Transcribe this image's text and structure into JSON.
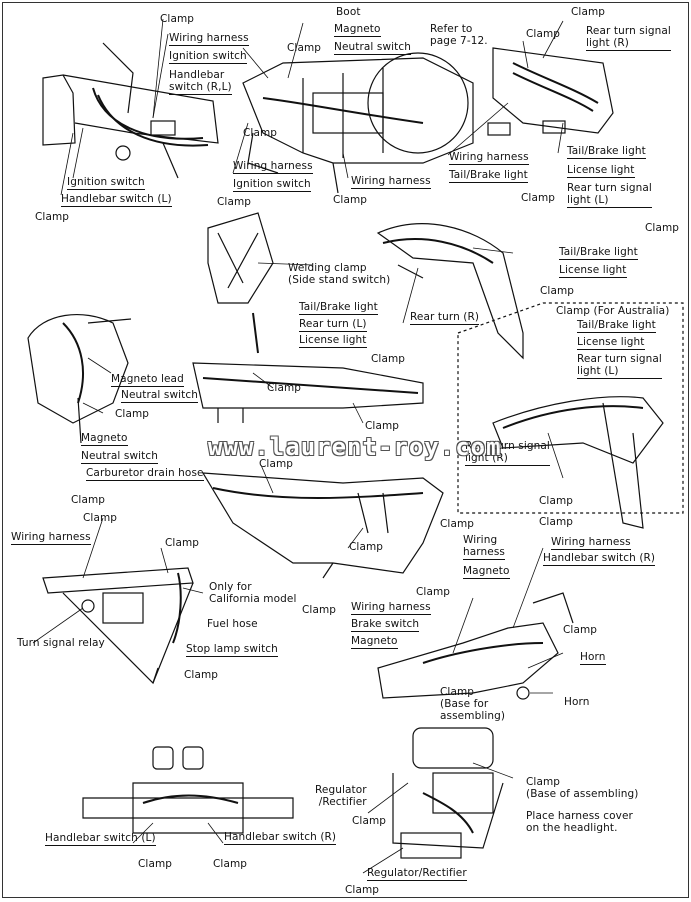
{
  "labels": {
    "tl_clamp_top": "Clamp",
    "tl_wiring_harness": "Wiring harness",
    "tl_ignition_switch": "Ignition switch",
    "tl_handlebar_switch_rl": "Handlebar\nswitch (R,L)",
    "tl_ignition_switch_2": "Ignition switch",
    "tl_handlebar_switch_l": "Handlebar switch (L)",
    "tl_clamp_left": "Clamp",
    "tc_boot": "Boot",
    "tc_clamp": "Clamp",
    "tc_magneto": "Magneto",
    "tc_neutral_switch": "Neutral switch",
    "tc_refer": "Refer to\npage 7-12.",
    "tc_clamp_mid": "Clamp",
    "tc_wiring_harness": "Wiring harness",
    "tc_ignition_switch": "Ignition switch",
    "tc_clamp_bottom": "Clamp",
    "tc_wiring_harness_2": "Wiring harness",
    "tc_clamp_bottom2": "Clamp",
    "tr_clamp_top": "Clamp",
    "tr_clamp": "Clamp",
    "tr_rear_turn_r": "Rear turn signal\nlight (R)",
    "tr_wiring_harness": "Wiring harness",
    "tr_tail_brake": "Tail/Brake light",
    "tr_tail_brake_r": "Tail/Brake light",
    "tr_license": "License light",
    "tr_rear_turn_l": "Rear turn signal\nlight (L)",
    "tr_clamp_bottom": "Clamp",
    "tr_clamp_right": "Clamp",
    "m_welding_clamp": "Welding clamp\n(Side stand switch)",
    "m_clamp1": "Clamp",
    "m_clamp2": "Clamp",
    "m_tail_brake": "Tail/Brake light",
    "m_license": "License light",
    "m_clamp_r": "Clamp",
    "m_tail_brake_l": "Tail/Brake light",
    "m_rear_turn_l": "Rear turn (L)",
    "m_license_l": "License light",
    "m_rear_turn_r": "Rear turn (R)",
    "m_clamp_mid": "Clamp",
    "aus_clamp": "Clamp (For Australia)",
    "aus_tail_brake": "Tail/Brake light",
    "aus_license": "License light",
    "aus_rear_turn_l": "Rear turn signal\nlight (L)",
    "aus_rear_turn_r": "Rear turn signal\nlight (R)",
    "aus_clamp_b": "Clamp",
    "l_magneto_lead": "Magneto lead",
    "l_neutral_switch": "Neutral switch",
    "l_clamp": "Clamp",
    "l_magneto": "Magneto",
    "l_neutral_switch2": "Neutral switch",
    "l_carb_drain": "Carburetor drain hose",
    "l_clamp2": "Clamp",
    "watermark": "www.laurent-roy.com",
    "f_clamp_top": "Clamp",
    "f_clamp_bottom": "Clamp",
    "f_clamp_right": "Clamp",
    "ml_clamp": "Clamp",
    "ml_wiring_harness": "Wiring harness",
    "ml_clamp2": "Clamp",
    "ml_only_calif": "Only for\nCalifornia model",
    "ml_fuel_hose": "Fuel hose",
    "ml_turn_relay": "Turn signal relay",
    "ml_stop_lamp": "Stop lamp switch",
    "ml_clamp3": "Clamp",
    "mr_clamp": "Clamp",
    "mr_wiring_harness": "Wiring\nharness",
    "mr_magneto": "Magneto",
    "mr_clamp2": "Clamp",
    "mr_wiring_harness2": "Wiring harness",
    "mr_handlebar_r": "Handlebar switch (R)",
    "mr_clamp3": "Clamp",
    "mr_wiring_harness3": "Wiring harness",
    "mr_brake_switch": "Brake switch",
    "mr_magneto2": "Magneto",
    "mr_clamp4": "Clamp",
    "mr_horn": "Horn",
    "mr_horn2": "Horn",
    "mr_clamp_base": "Clamp\n(Base for\nassembling)",
    "bl_handlebar_l": "Handlebar switch (L)",
    "bl_clamp": "Clamp",
    "bl_handlebar_r": "Handlebar switch (R)",
    "bl_clamp2": "Clamp",
    "br_regulator": "Regulator\n/Rectifier",
    "br_clamp": "Clamp",
    "br_clamp_base": "Clamp\n(Base of assembling)",
    "br_place_cover": "Place harness cover\non the headlight.",
    "br_regulator2": "Regulator/Rectifier",
    "br_clamp2": "Clamp"
  },
  "colors": {
    "ink": "#111111",
    "background": "#ffffff"
  }
}
